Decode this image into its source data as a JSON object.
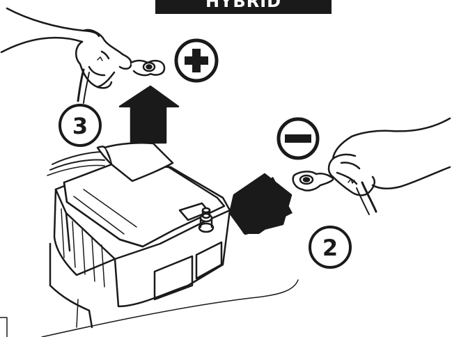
{
  "header": {
    "label": "HYBRID"
  },
  "steps": [
    {
      "number": "3",
      "terminal": "positive",
      "symbol": "plus-icon"
    },
    {
      "number": "2",
      "terminal": "negative",
      "symbol": "minus-icon"
    }
  ],
  "colors": {
    "ink": "#1a1a1a",
    "background": "#ffffff"
  }
}
